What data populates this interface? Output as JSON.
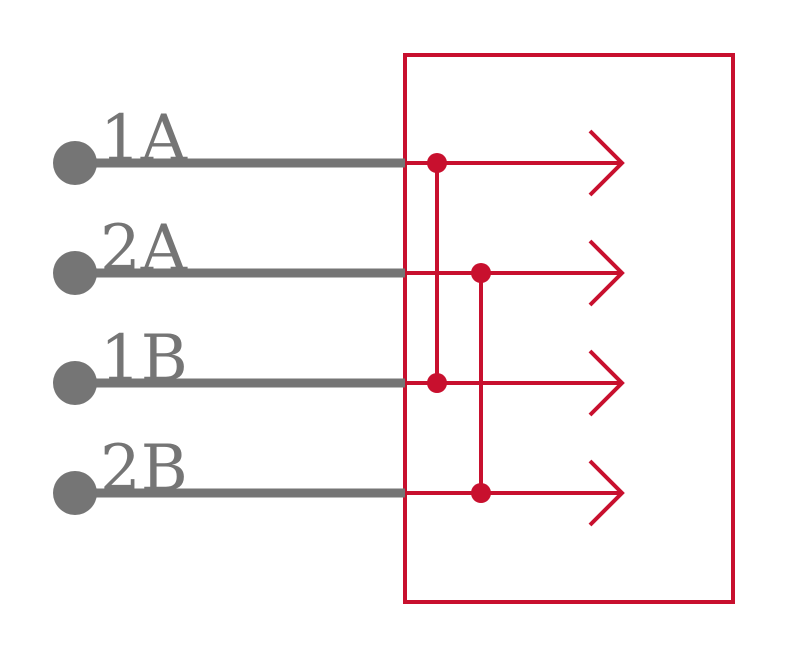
{
  "colors": {
    "pin": "#757575",
    "symbol": "#c8102e",
    "background": "#ffffff"
  },
  "pins": [
    {
      "label": "1A"
    },
    {
      "label": "2A"
    },
    {
      "label": "1B"
    },
    {
      "label": "2B"
    }
  ],
  "icons": {
    "output_arrow": "arrow-right-icon",
    "junction": "junction-dot-icon",
    "pin_end": "pin-terminal-dot-icon"
  }
}
